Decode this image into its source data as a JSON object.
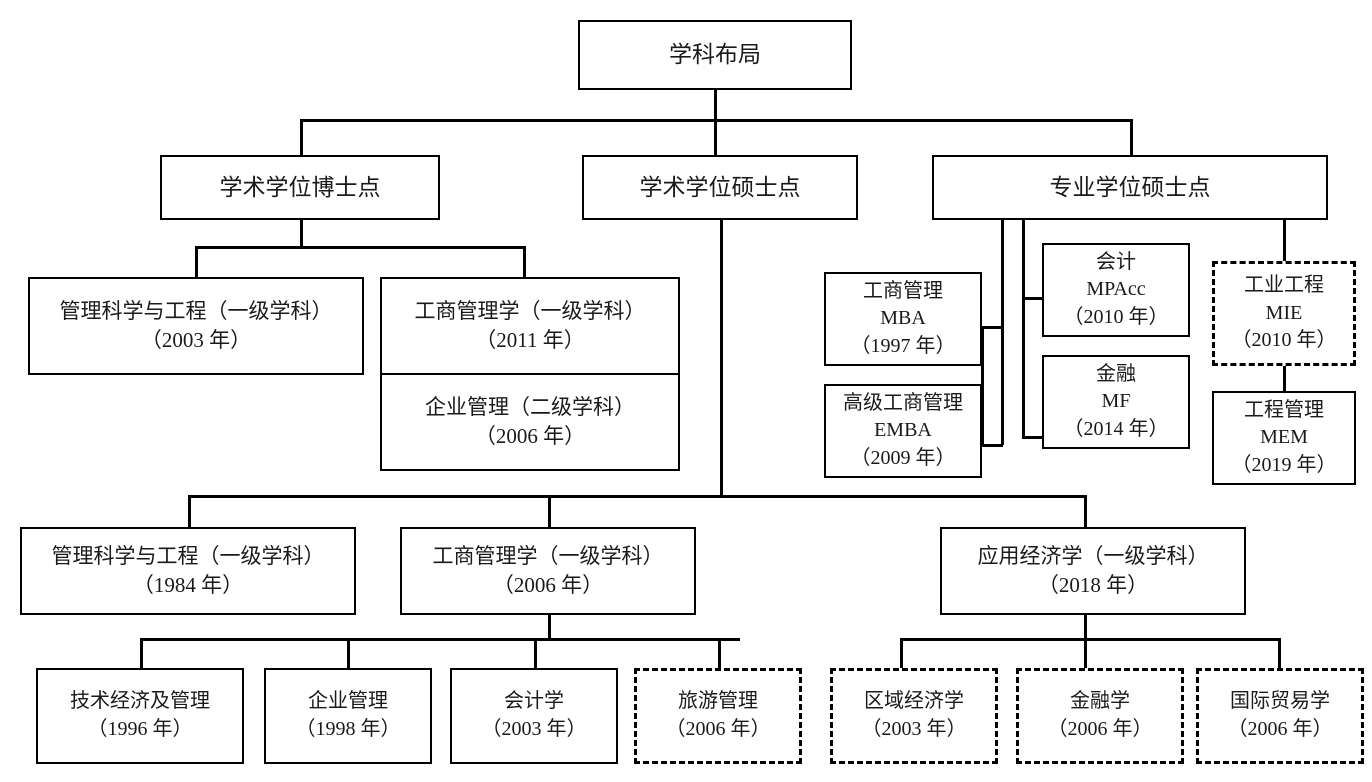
{
  "diagram": {
    "title": "学科布局",
    "root": {
      "label": "学科布局"
    },
    "level1": [
      {
        "label": "学术学位博士点"
      },
      {
        "label": "学术学位硕士点"
      },
      {
        "label": "专业学位硕士点"
      }
    ],
    "doctoral": [
      {
        "line1": "管理科学与工程（一级学科）",
        "line2": "（2003 年）"
      },
      {
        "line1": "工商管理学（一级学科）",
        "line2": "（2011 年）"
      },
      {
        "line1": "企业管理（二级学科）",
        "line2": "（2006 年）"
      }
    ],
    "professional": [
      {
        "line1": "工商管理",
        "line2": "MBA",
        "line3": "（1997 年）",
        "style": "solid"
      },
      {
        "line1": "高级工商管理",
        "line2": "EMBA",
        "line3": "（2009 年）",
        "style": "solid"
      },
      {
        "line1": "会计",
        "line2": "MPAcc",
        "line3": "（2010 年）",
        "style": "solid"
      },
      {
        "line1": "金融",
        "line2": "MF",
        "line3": "（2014 年）",
        "style": "solid"
      },
      {
        "line1": "工业工程",
        "line2": "MIE",
        "line3": "（2010 年）",
        "style": "dashed"
      },
      {
        "line1": "工程管理",
        "line2": "MEM",
        "line3": "（2019 年）",
        "style": "solid"
      }
    ],
    "masters_first_level": [
      {
        "line1": "管理科学与工程（一级学科）",
        "line2": "（1984 年）"
      },
      {
        "line1": "工商管理学（一级学科）",
        "line2": "（2006 年）"
      },
      {
        "line1": "应用经济学（一级学科）",
        "line2": "（2018 年）"
      }
    ],
    "masters_second_level": [
      {
        "line1": "技术经济及管理",
        "line2": "（1996 年）",
        "style": "solid"
      },
      {
        "line1": "企业管理",
        "line2": "（1998 年）",
        "style": "solid"
      },
      {
        "line1": "会计学",
        "line2": "（2003 年）",
        "style": "solid"
      },
      {
        "line1": "旅游管理",
        "line2": "（2006 年）",
        "style": "dashed"
      },
      {
        "line1": "区域经济学",
        "line2": "（2003 年）",
        "style": "dashed"
      },
      {
        "line1": "金融学",
        "line2": "（2006 年）",
        "style": "dashed"
      },
      {
        "line1": "国际贸易学",
        "line2": "（2006 年）",
        "style": "dashed"
      }
    ],
    "colors": {
      "line": "#000000",
      "text": "#1a1a1a",
      "background": "#ffffff"
    }
  }
}
